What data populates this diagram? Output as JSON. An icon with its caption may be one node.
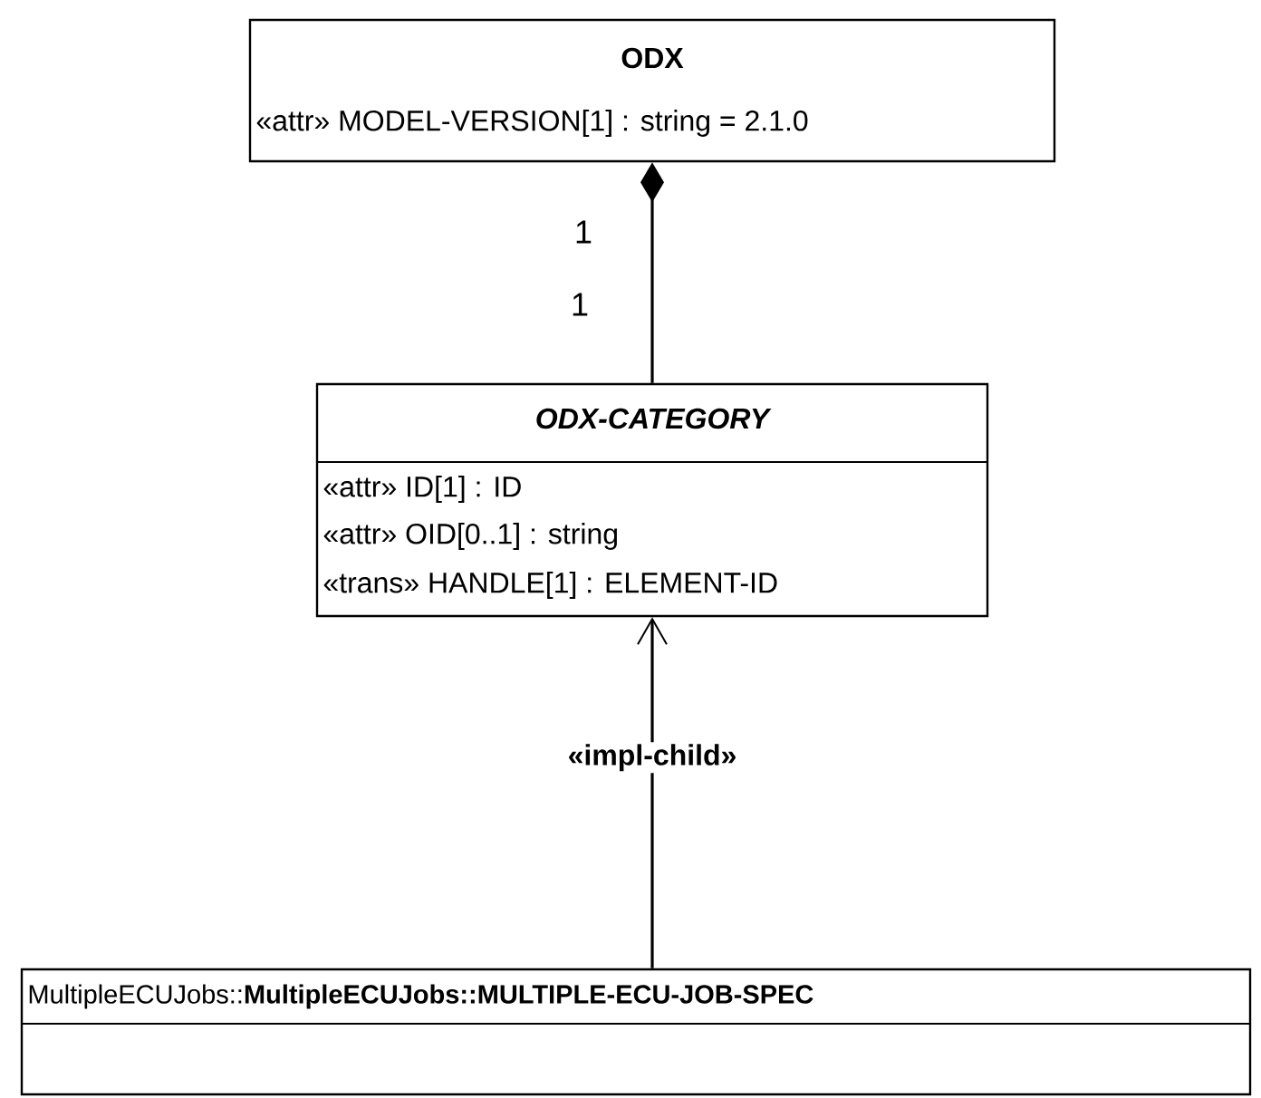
{
  "diagram": {
    "nodes": [
      {
        "text": [
          "ODX",
          "«attr» MODEL-VERSION[1] : string = 2.1.0"
        ]
      },
      {
        "text": [
          "ODX-CATEGORY",
          "«attr» ID[1] : ID",
          "«attr» OID[0..1] : string",
          "«trans» HANDLE[1] : ELEMENT-ID"
        ]
      },
      {
        "text": [
          "MultipleECUJobs::**MultipleECUJobs::MULTIPLE-ECU-JOB-SPEC**"
        ]
      }
    ],
    "edges": [
      {
        "from": 1,
        "to": 0,
        "arrow": "other"
      },
      {
        "from": 2,
        "to": 1,
        "arrow": "to",
        "label": "«impl-child»"
      }
    ],
    "labels": [
      "1",
      "1"
    ]
  }
}
